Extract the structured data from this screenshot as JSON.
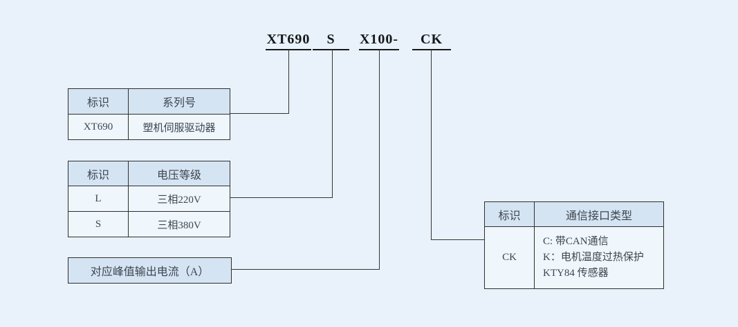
{
  "colors": {
    "page_bg": "#e9f2fa",
    "header_bg": "#d5e4f3",
    "cell_bg": "#eff6fc",
    "border": "#2d2d2d",
    "connector_line": "#333333",
    "table_text": "#3d454e",
    "model_code_text": "#15181b"
  },
  "model_code": {
    "segments": [
      {
        "label": "XT690"
      },
      {
        "label": "S"
      },
      {
        "label": "X100-"
      },
      {
        "label": "CK"
      }
    ]
  },
  "series_table": {
    "headers": [
      "标识",
      "系列号"
    ],
    "rows": [
      [
        "XT690",
        "塑机伺服驱动器"
      ]
    ]
  },
  "voltage_table": {
    "headers": [
      "标识",
      "电压等级"
    ],
    "rows": [
      [
        "L",
        "三相220V"
      ],
      [
        "S",
        "三相380V"
      ]
    ]
  },
  "current_box": {
    "label": "对应峰值输出电流（A）"
  },
  "comm_table": {
    "headers": [
      "标识",
      "通信接口类型"
    ],
    "code": "CK",
    "desc_lines": [
      "C: 带CAN通信",
      "K：电机温度过热保护",
      "KTY84 传感器"
    ]
  }
}
